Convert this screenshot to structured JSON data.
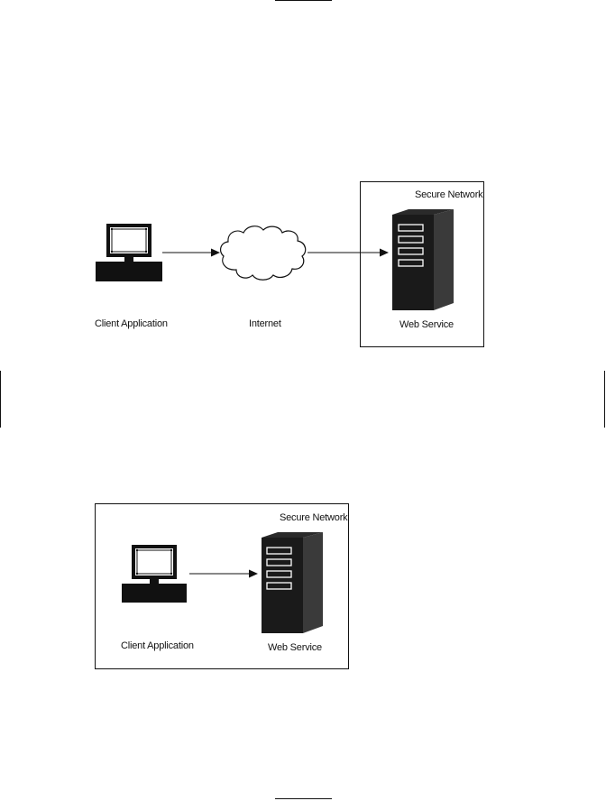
{
  "diagram_top": {
    "secure_network_label": "Secure Network",
    "client_label": "Client Application",
    "internet_label": "Internet",
    "web_service_label": "Web Service"
  },
  "diagram_bottom": {
    "secure_network_label": "Secure Network",
    "client_label": "Client Application",
    "web_service_label": "Web Service"
  },
  "colors": {
    "ink": "#111111",
    "server_body": "#1a1a1a",
    "server_side": "#3a3a3a"
  }
}
